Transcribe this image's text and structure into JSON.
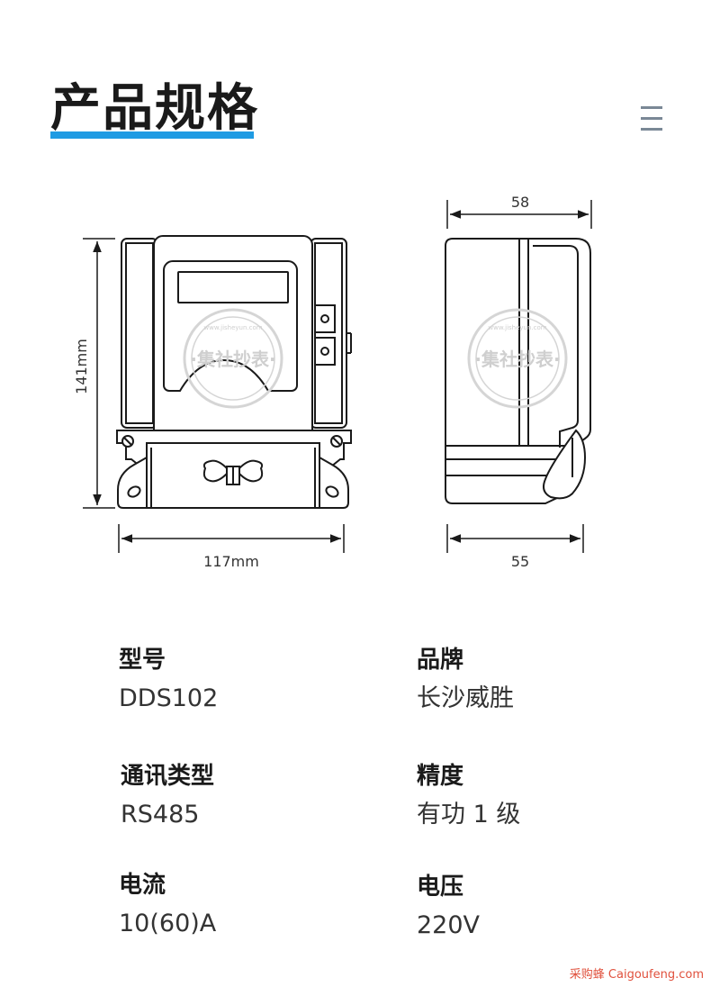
{
  "header": {
    "title": "产品规格"
  },
  "diagram": {
    "front": {
      "height_label": "141mm",
      "width_label": "117mm"
    },
    "side": {
      "top_width_label": "58",
      "bottom_width_label": "55"
    },
    "watermark": {
      "brand": "·集社抄表·",
      "url": "www.jisheyun.com"
    }
  },
  "specs": [
    {
      "label": "型号",
      "value": "DDS102"
    },
    {
      "label": "品牌",
      "value": "长沙威胜"
    },
    {
      "label": "通讯类型",
      "value": "RS485"
    },
    {
      "label": "精度",
      "value": "有功 1 级"
    },
    {
      "label": "电流",
      "value": "10(60)A"
    },
    {
      "label": "电压",
      "value": "220V"
    }
  ],
  "footer": {
    "watermark": "采购蜂 Caigoufeng.com"
  },
  "colors": {
    "accent": "#1f9be3",
    "watermark": "#e0503c"
  }
}
